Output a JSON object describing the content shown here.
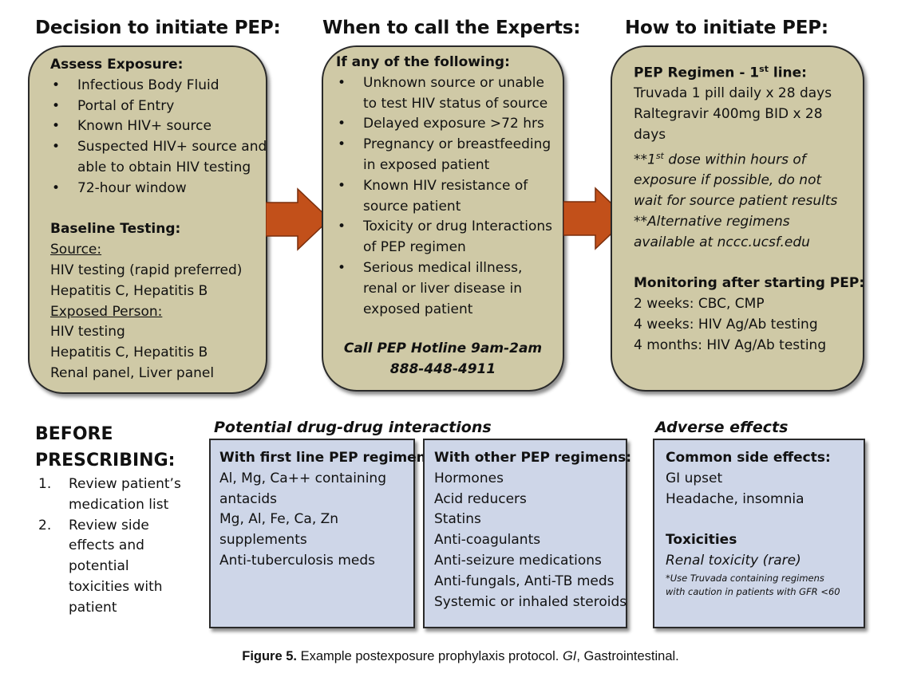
{
  "col1": {
    "heading": "Decision to initiate PEP:",
    "assess_title": "Assess Exposure:",
    "assess_items": [
      "Infectious Body Fluid",
      "Portal of Entry",
      "Known HIV+ source",
      "Suspected HIV+ source and",
      "able to obtain HIV testing",
      "72-hour window"
    ],
    "baseline_title": "Baseline Testing:",
    "source_label": "Source:",
    "source_lines": [
      "HIV testing (rapid preferred)",
      "Hepatitis C, Hepatitis B"
    ],
    "exposed_label": "Exposed Person:",
    "exposed_lines": [
      "HIV testing",
      "Hepatitis C, Hepatitis B",
      "Renal panel, Liver panel"
    ]
  },
  "col2": {
    "heading": "When to call the Experts:",
    "intro": "If any of the following:",
    "items": [
      [
        "Unknown source or unable",
        "to test HIV status of source"
      ],
      [
        "Delayed exposure >72 hrs"
      ],
      [
        "Pregnancy or breastfeeding",
        "in exposed patient"
      ],
      [
        "Known HIV resistance of",
        "source patient"
      ],
      [
        "Toxicity or drug Interactions",
        "of PEP regimen"
      ],
      [
        "Serious medical illness,",
        "renal or liver disease in",
        "exposed patient"
      ]
    ],
    "hotline_line1": "Call PEP Hotline 9am-2am",
    "hotline_line2": "888-448-4911"
  },
  "col3": {
    "heading": "How to initiate PEP:",
    "regimen_title_a": "PEP Regimen - 1",
    "regimen_title_sup": "st",
    "regimen_title_b": " line:",
    "regimen_lines": [
      "Truvada 1 pill daily x 28 days",
      "Raltegravir 400mg BID x 28",
      "days"
    ],
    "note_first_a": "**1",
    "note_first_sup": "st",
    "note_first_b": " dose within hours of",
    "note_lines": [
      "exposure if possible, do not",
      "wait for source patient results",
      "**Alternative regimens",
      "available at nccc.ucsf.edu"
    ],
    "monitoring_title": "Monitoring after starting PEP:",
    "monitoring_lines": [
      "2 weeks: CBC, CMP",
      "4 weeks: HIV Ag/Ab testing",
      "4 months: HIV Ag/Ab testing"
    ]
  },
  "before": {
    "line1": "BEFORE",
    "line2": "PRESCRIBING:",
    "steps": [
      {
        "num": "1.",
        "lines": [
          "Review patient’s",
          "medication list"
        ]
      },
      {
        "num": "2.",
        "lines": [
          "Review side",
          "effects and",
          "potential",
          "toxicities with",
          "patient"
        ]
      }
    ]
  },
  "interactions": {
    "heading": "Potential drug-drug interactions",
    "first_title": "With first line PEP regimen:",
    "first_lines": [
      "Al, Mg, Ca++ containing",
      "antacids",
      "Mg, Al, Fe, Ca, Zn",
      "supplements",
      "Anti-tuberculosis meds"
    ],
    "other_title": "With other PEP regimens:",
    "other_lines": [
      "Hormones",
      "Acid reducers",
      "Statins",
      "Anti-coagulants",
      "Anti-seizure medications",
      "Anti-fungals, Anti-TB meds",
      "Systemic or inhaled steroids"
    ]
  },
  "adverse": {
    "heading": "Adverse effects",
    "common_title": "Common side effects:",
    "common_lines": [
      "GI upset",
      "Headache, insomnia"
    ],
    "tox_title": "Toxicities",
    "tox_line": "Renal toxicity (rare)",
    "tox_note1": "*Use Truvada containing regimens",
    "tox_note2": "with caution in patients with GFR <60"
  },
  "caption": {
    "label": "Figure 5.",
    "text_a": " Example postexposure prophylaxis protocol. ",
    "abbr": "GI",
    "text_b": ", Gastrointestinal."
  },
  "colors": {
    "box_fill": "#cfc9a6",
    "panel_fill": "#ced6e8",
    "arrow": "#c2501a"
  }
}
